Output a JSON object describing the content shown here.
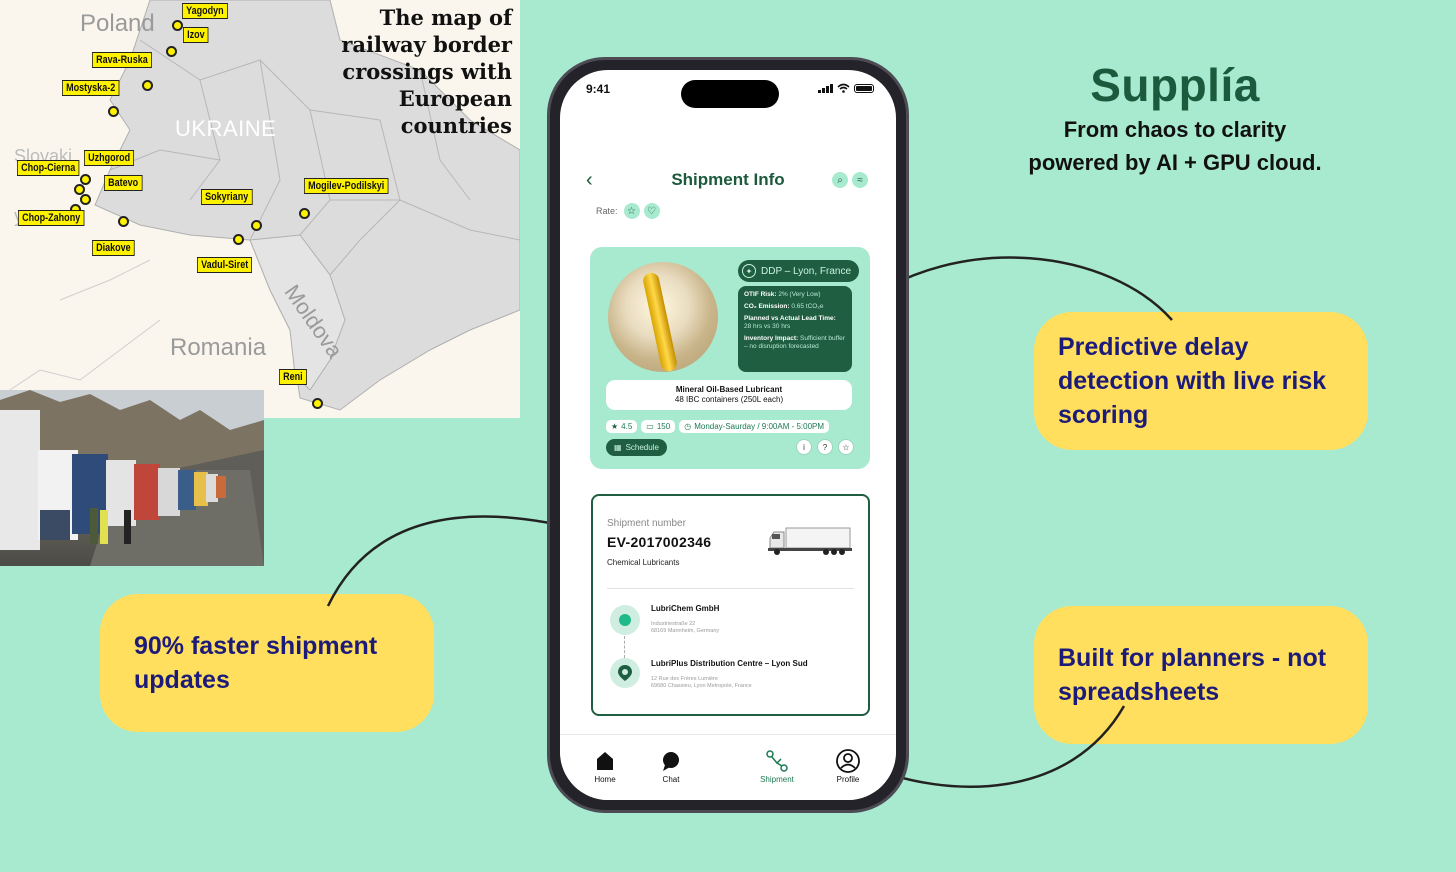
{
  "map": {
    "title": "The map of railway border crossings with European countries",
    "countries": [
      "Poland",
      "UKRAINE",
      "Romania",
      "Moldova",
      "Slovaki",
      "y"
    ],
    "crossings": [
      "Yagodyn",
      "Izov",
      "Rava-Ruska",
      "Mostyska-2",
      "Uzhgorod",
      "Chop-Cierna",
      "Batevo",
      "Chop-Zahony",
      "Diakove",
      "Sokyriany",
      "Mogilev-Podilskyi",
      "Vadul-Siret",
      "Reni"
    ]
  },
  "brand": {
    "name": "Supplía",
    "tagline_1": "From chaos to clarity",
    "tagline_2": "powered by AI + GPU cloud."
  },
  "callouts": {
    "predictive": "Predictive delay detection with live risk scoring",
    "faster": "90% faster shipment updates",
    "planners": "Built for planners - not spreadsheets"
  },
  "phone": {
    "status_time": "9:41",
    "nav_title": "Shipment Info",
    "rate_label": "Rate:",
    "product": {
      "incoterm": "DDP – Lyon, France",
      "otif_label": "OTIF Risk:",
      "otif_value": "2% (Very Low)",
      "co2_label": "CO₂ Emission:",
      "co2_value": "0.65 tCO₂e",
      "lead_label": "Planned vs Actual Lead Time:",
      "lead_value": "28 hrs vs 30 hrs",
      "inv_label": "Inventory Impact:",
      "inv_value": "Sufficient buffer – no disruption forecasted",
      "name": "Mineral Oil-Based Lubricant",
      "qty": "48 IBC containers (250L each)",
      "rating": "4.5",
      "reviews": "150",
      "hours": "Monday-Saurday / 9:00AM - 5:00PM",
      "schedule": "Schedule"
    },
    "shipment": {
      "label": "Shipment number",
      "number": "EV-2017002346",
      "category": "Chemical Lubricants",
      "origin_name": "LubriChem GmbH",
      "origin_addr_1": "Industriestraße 22",
      "origin_addr_2": "68169 Mannheim, Germany",
      "dest_name": "LubriPlus Distribution Centre – Lyon Sud",
      "dest_addr_1": "12 Rue des Frères Lumière",
      "dest_addr_2": "69680 Chassieu, Lyon Metropole, France"
    },
    "tabs": {
      "home": "Home",
      "chat": "Chat",
      "shipment": "Shipment",
      "profile": "Profile"
    }
  },
  "colors": {
    "background": "#a8ead0",
    "brand_green": "#1b5a3c",
    "callout_yellow": "#ffdf5d",
    "callout_text": "#1d1b7a"
  },
  "icons": [
    "back-chevron-icon",
    "search-icon",
    "filter-icon",
    "star-icon",
    "heart-icon",
    "bulb-icon",
    "comment-icon",
    "clock-icon",
    "calendar-icon",
    "info-icon",
    "help-icon",
    "truck-icon",
    "origin-pin-icon",
    "location-pin-icon",
    "home-icon",
    "chat-icon",
    "shipment-route-icon",
    "profile-icon"
  ]
}
